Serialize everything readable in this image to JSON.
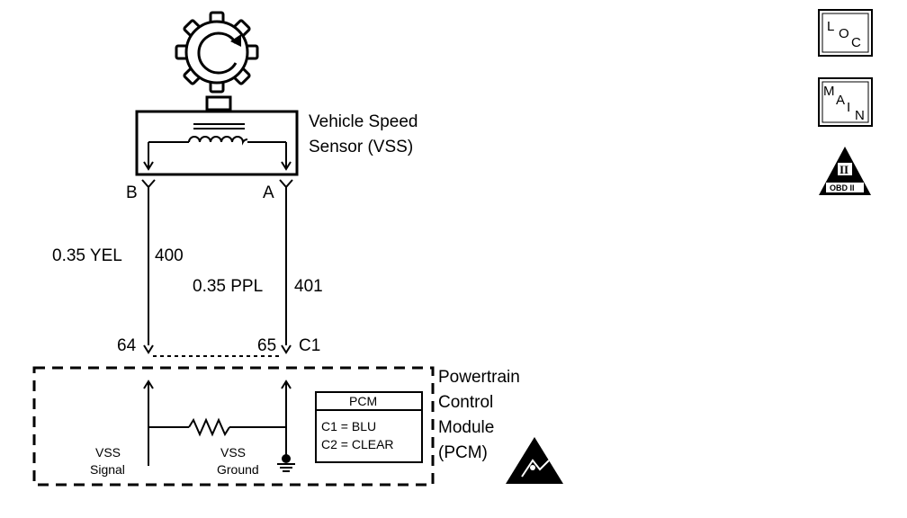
{
  "sensor": {
    "line1": "Vehicle Speed",
    "line2": "Sensor (VSS)",
    "pin_b": "B",
    "pin_a": "A"
  },
  "wires": {
    "left_gauge_color": "0.35 YEL",
    "left_circuit": "400",
    "right_gauge_color": "0.35 PPL",
    "right_circuit": "401"
  },
  "connector": {
    "pin_left": "64",
    "pin_right": "65",
    "name": "C1"
  },
  "module": {
    "line1": "Powertrain",
    "line2": "Control",
    "line3": "Module",
    "line4": "(PCM)",
    "signal_line1": "VSS",
    "signal_line2": "Signal",
    "ground_line1": "VSS",
    "ground_line2": "Ground"
  },
  "pcm_table": {
    "header": "PCM",
    "row1": "C1 = BLU",
    "row2": "C2 = CLEAR"
  },
  "side_icons": {
    "loc": [
      "L",
      "O",
      "C"
    ],
    "main": [
      "M",
      "A",
      "I",
      "N"
    ],
    "obd_label": "OBD II",
    "obd_symbol": "II"
  }
}
